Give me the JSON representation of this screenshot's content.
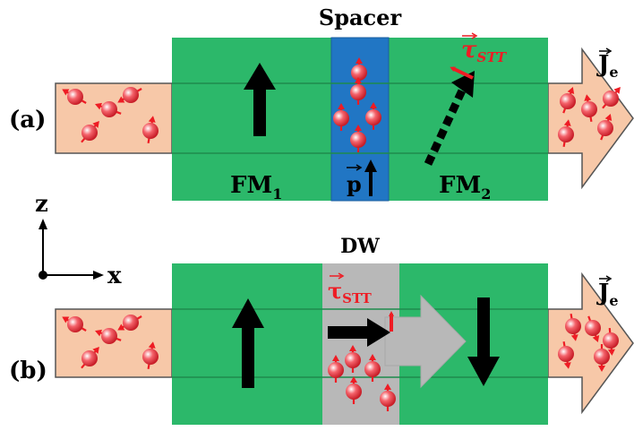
{
  "panel_a": {
    "label": "(a)",
    "spacer_label": "Spacer",
    "fm1_label": "FM",
    "fm1_sub": "1",
    "fm2_label": "FM",
    "fm2_sub": "2",
    "p_label": "p",
    "torque_symbol": "τ",
    "torque_sub": "STT",
    "current_label": "J",
    "current_sub": "e"
  },
  "panel_b": {
    "label": "(b)",
    "dw_label": "DW",
    "torque_symbol": "τ",
    "torque_sub": "STT",
    "current_label": "J",
    "current_sub": "e"
  },
  "axes": {
    "z_label": "z",
    "x_label": "x"
  },
  "colors": {
    "ferromagnet": "#2cb86a",
    "ferromagnet_line": "#1e8a4c",
    "spacer": "#2176c4",
    "domain_wall": "#b8b8b8",
    "lead": "#f7c8a8",
    "electron": "#e8303a",
    "torque": "#ee1c24",
    "magnetization": "#000000"
  }
}
